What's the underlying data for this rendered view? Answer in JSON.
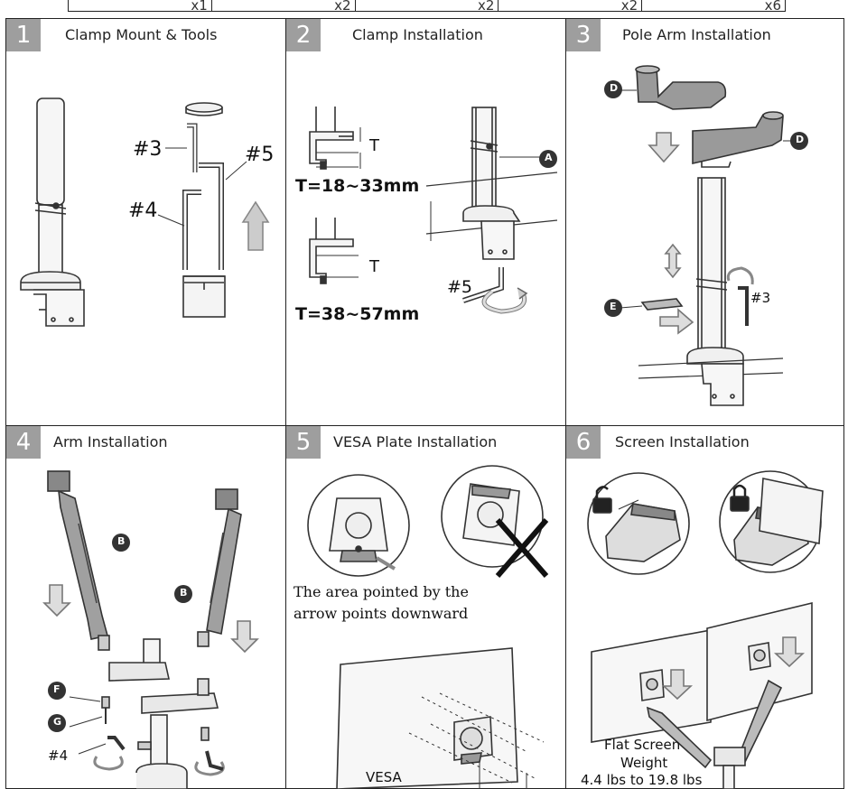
{
  "top_counts": [
    "x1",
    "x2",
    "x2",
    "x2",
    "x6"
  ],
  "steps": [
    {
      "num": "1",
      "title": "Clamp Mount & Tools"
    },
    {
      "num": "2",
      "title": "Clamp Installation"
    },
    {
      "num": "3",
      "title": "Pole Arm Installation"
    },
    {
      "num": "4",
      "title": "Arm Installation"
    },
    {
      "num": "5",
      "title": "VESA Plate Installation"
    },
    {
      "num": "6",
      "title": "Screen Installation"
    }
  ],
  "p1": {
    "tool3": "#3",
    "tool4": "#4",
    "tool5": "#5"
  },
  "p2": {
    "t_label_1": "T",
    "range_1": "T=18~33mm",
    "t_label_2": "T",
    "range_2": "T=38~57mm",
    "part_a": "A",
    "tool5": "#5"
  },
  "p3": {
    "part_d1": "D",
    "part_d2": "D",
    "part_e": "E",
    "tool3": "#3"
  },
  "p4": {
    "part_b1": "B",
    "part_b2": "B",
    "part_f": "F",
    "part_g": "G",
    "tool4": "#4"
  },
  "p5": {
    "note_line1": "The area pointed by the",
    "note_line2": "arrow points downward",
    "vesa": "VESA"
  },
  "p6": {
    "weight_line1": "Flat Screen",
    "weight_line2": "Weight",
    "weight_line3": "4.4 lbs to 19.8 lbs"
  }
}
